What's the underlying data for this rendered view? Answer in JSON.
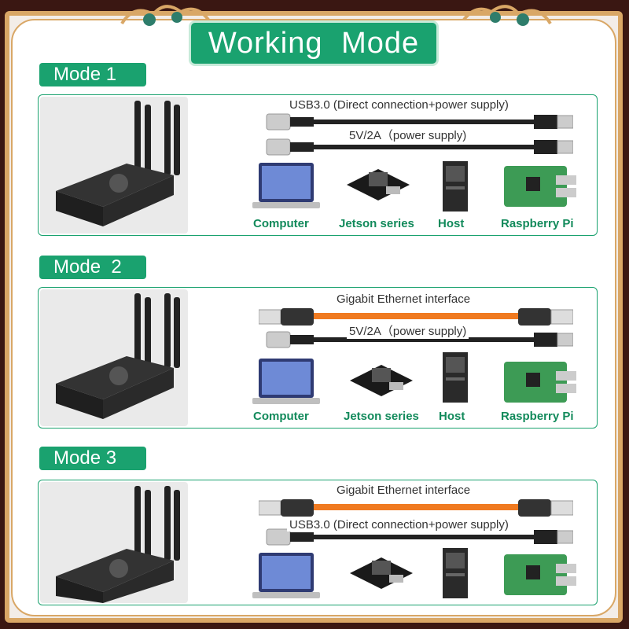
{
  "title": "Working Mode",
  "colors": {
    "accent": "#1aa26f",
    "frame": "#d9a766",
    "ethernet_cable": "#f07a20",
    "usb_cable": "#222222"
  },
  "modes": [
    {
      "label": "Mode 1",
      "cables": [
        {
          "label": "USB3.0 (Direct connection+power supply)",
          "type": "usb"
        },
        {
          "label": "5V/2A（power supply)",
          "type": "usb"
        }
      ],
      "hosts": [
        "Computer",
        "Jetson series",
        "Host",
        "Raspberry Pi"
      ]
    },
    {
      "label": "Mode  2",
      "cables": [
        {
          "label": "Gigabit Ethernet interface",
          "type": "ethernet"
        },
        {
          "label": "5V/2A（power supply)",
          "type": "usb"
        }
      ],
      "hosts": [
        "Computer",
        "Jetson series",
        "Host",
        "Raspberry Pi"
      ]
    },
    {
      "label": "Mode 3",
      "cables": [
        {
          "label": "Gigabit Ethernet interface",
          "type": "ethernet"
        },
        {
          "label": "USB3.0 (Direct connection+power supply)",
          "type": "usb"
        }
      ],
      "hosts": []
    }
  ]
}
